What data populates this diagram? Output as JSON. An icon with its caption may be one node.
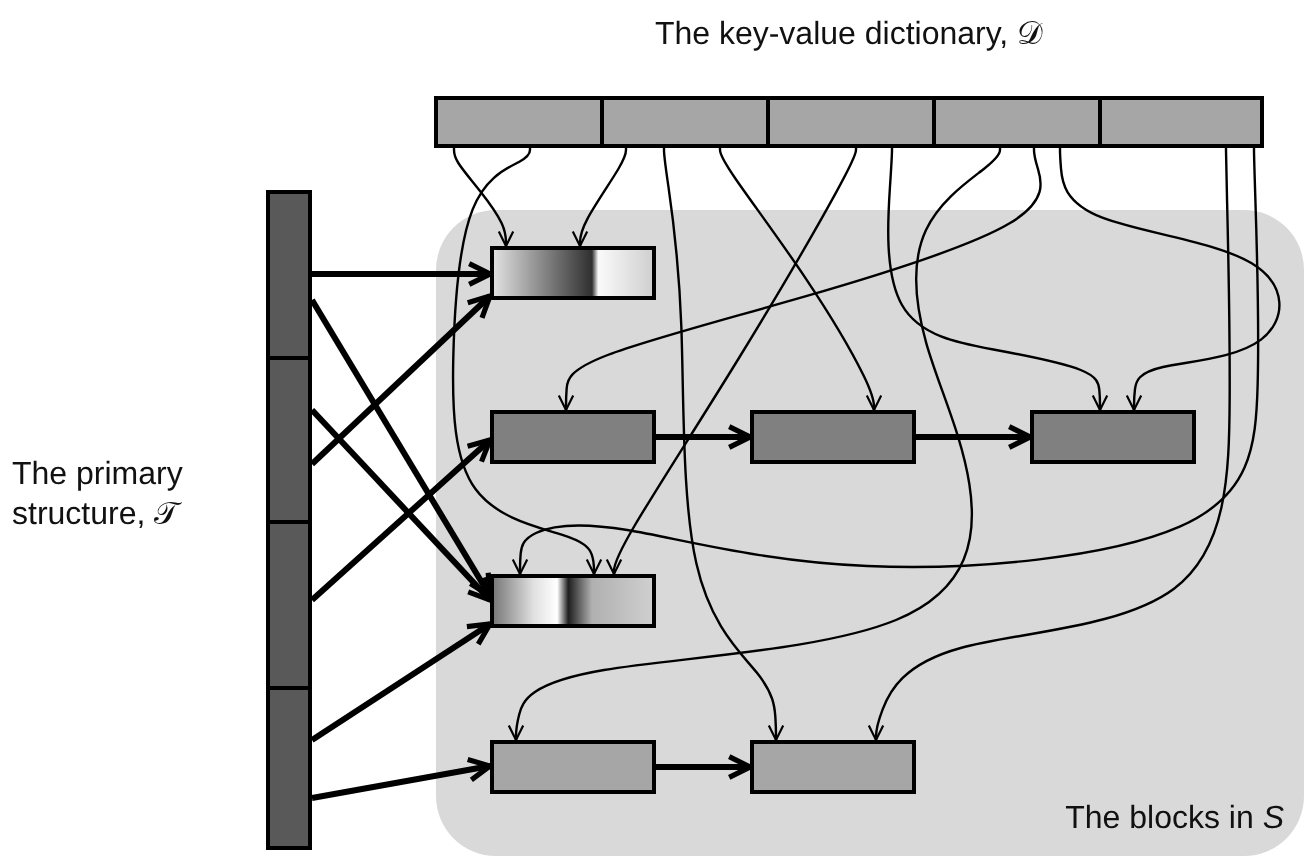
{
  "diagram": {
    "nodes": [
      {
        "text": [
          "The key-value dictionary, 𝒟"
        ]
      },
      {
        "text": [],
        "shape": "box",
        "in": 0
      },
      {
        "text": [],
        "shape": "box",
        "in": 0
      },
      {
        "text": [],
        "shape": "box",
        "in": 0
      },
      {
        "text": [],
        "shape": "box",
        "in": 0
      },
      {
        "text": [],
        "shape": "box",
        "in": 0
      },
      {
        "text": [
          "The primary structure, 𝒯"
        ]
      },
      {
        "text": [],
        "shape": "box",
        "in": 6
      },
      {
        "text": [],
        "shape": "box",
        "in": 6
      },
      {
        "text": [],
        "shape": "box",
        "in": 6
      },
      {
        "text": [],
        "shape": "box",
        "in": 6
      },
      {
        "text": [
          "The blocks in *S*"
        ]
      },
      {
        "text": [],
        "shape": "box",
        "in": 11
      },
      {
        "text": [],
        "shape": "box",
        "in": 11
      },
      {
        "text": [],
        "shape": "box",
        "in": 11
      },
      {
        "text": [],
        "shape": "box",
        "in": 11
      },
      {
        "text": [],
        "shape": "box",
        "in": 11
      },
      {
        "text": [],
        "shape": "box",
        "in": 11
      },
      {
        "text": [],
        "shape": "box",
        "in": 11
      }
    ],
    "edges": [
      {
        "from": 7,
        "to": 12,
        "arrow": "to",
        "style": "thick"
      },
      {
        "from": 7,
        "to": 16,
        "arrow": "to",
        "style": "thick"
      },
      {
        "from": 8,
        "to": 12,
        "arrow": "to",
        "style": "thick"
      },
      {
        "from": 8,
        "to": 16,
        "arrow": "to",
        "style": "thick"
      },
      {
        "from": 9,
        "to": 13,
        "arrow": "to",
        "style": "thick"
      },
      {
        "from": 10,
        "to": 16,
        "arrow": "to",
        "style": "thick"
      },
      {
        "from": 10,
        "to": 17,
        "arrow": "to",
        "style": "thick"
      },
      {
        "from": 13,
        "to": 14,
        "arrow": "to",
        "style": "thick"
      },
      {
        "from": 14,
        "to": 15,
        "arrow": "to",
        "style": "thick"
      },
      {
        "from": 17,
        "to": 18,
        "arrow": "to",
        "style": "thick"
      },
      {
        "from": 1,
        "to": 12,
        "arrow": "to"
      },
      {
        "from": 1,
        "to": 16,
        "arrow": "to"
      },
      {
        "from": 2,
        "to": 12,
        "arrow": "to"
      },
      {
        "from": 2,
        "to": 18,
        "arrow": "to"
      },
      {
        "from": 2,
        "to": 14,
        "arrow": "to"
      },
      {
        "from": 3,
        "to": 16,
        "arrow": "to"
      },
      {
        "from": 3,
        "to": 15,
        "arrow": "to"
      },
      {
        "from": 4,
        "to": 17,
        "arrow": "to"
      },
      {
        "from": 4,
        "to": 13,
        "arrow": "to"
      },
      {
        "from": 4,
        "to": 15,
        "arrow": "to"
      },
      {
        "from": 5,
        "to": 18,
        "arrow": "to"
      },
      {
        "from": 5,
        "to": 16,
        "arrow": "to"
      }
    ]
  }
}
